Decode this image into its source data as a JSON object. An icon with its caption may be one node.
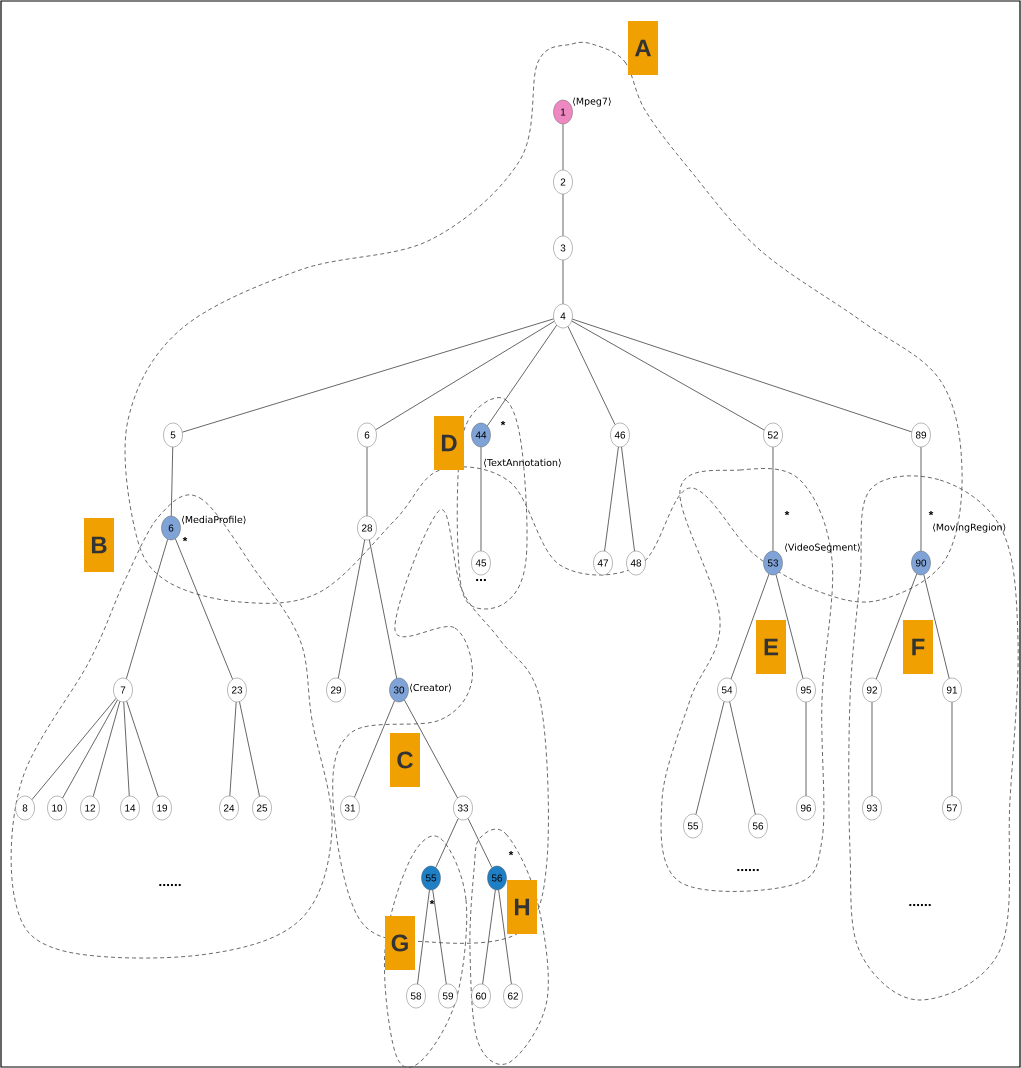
{
  "diagram": {
    "nodes": [
      {
        "text": [
          "A"
        ]
      },
      {
        "text": [
          "1"
        ],
        "beside": [
          "⟨Mpeg7⟩"
        ]
      },
      {
        "text": [
          "2"
        ]
      },
      {
        "text": [
          "3"
        ]
      },
      {
        "text": [
          "4"
        ]
      },
      {
        "text": [
          "5"
        ]
      },
      {
        "text": [
          "6"
        ]
      },
      {
        "text": [
          "D"
        ]
      },
      {
        "text": [
          "44"
        ],
        "beside": [
          "*",
          "⟨TextAnnotation⟩"
        ]
      },
      {
        "text": [
          "46"
        ]
      },
      {
        "text": [
          "52"
        ]
      },
      {
        "text": [
          "89"
        ]
      },
      {
        "text": [
          "B"
        ]
      },
      {
        "text": [
          "6"
        ],
        "beside": [
          "⟨MediaProfile⟩",
          "*"
        ]
      },
      {
        "text": [
          "28"
        ]
      },
      {
        "text": [
          "45"
        ]
      },
      {
        "text": [
          "47"
        ]
      },
      {
        "text": [
          "48"
        ]
      },
      {
        "text": [
          "53"
        ],
        "beside": [
          "*",
          "⟨VideoSegment⟩"
        ]
      },
      {
        "text": [
          "90"
        ],
        "beside": [
          "*",
          "⟨MovingRegion⟩"
        ]
      },
      {
        "text": [
          "E"
        ]
      },
      {
        "text": [
          "F"
        ]
      },
      {
        "text": [
          "7"
        ]
      },
      {
        "text": [
          "23"
        ]
      },
      {
        "text": [
          "29"
        ]
      },
      {
        "text": [
          "30"
        ],
        "beside": [
          "⟨Creator⟩"
        ]
      },
      {
        "text": [
          "54"
        ]
      },
      {
        "text": [
          "95"
        ]
      },
      {
        "text": [
          "92"
        ]
      },
      {
        "text": [
          "91"
        ]
      },
      {
        "text": [
          "C"
        ]
      },
      {
        "text": [
          "8"
        ]
      },
      {
        "text": [
          "10"
        ]
      },
      {
        "text": [
          "12"
        ]
      },
      {
        "text": [
          "14"
        ]
      },
      {
        "text": [
          "19"
        ]
      },
      {
        "text": [
          "24"
        ]
      },
      {
        "text": [
          "25"
        ]
      },
      {
        "text": [
          "31"
        ]
      },
      {
        "text": [
          "33"
        ]
      },
      {
        "text": [
          "96"
        ]
      },
      {
        "text": [
          "93"
        ]
      },
      {
        "text": [
          "57"
        ]
      },
      {
        "text": [
          "55"
        ]
      },
      {
        "text": [
          "56"
        ]
      },
      {
        "text": [
          "55"
        ],
        "beside": [
          "*"
        ]
      },
      {
        "text": [
          "56"
        ],
        "beside": [
          "*"
        ]
      },
      {
        "text": [
          "H"
        ]
      },
      {
        "text": [
          "G"
        ]
      },
      {
        "text": [
          "58"
        ]
      },
      {
        "text": [
          "59"
        ]
      },
      {
        "text": [
          "60"
        ]
      },
      {
        "text": [
          "62"
        ]
      }
    ],
    "edges": [
      {
        "from": 1,
        "to": 2,
        "arrow": "none"
      },
      {
        "from": 2,
        "to": 3,
        "arrow": "none"
      },
      {
        "from": 3,
        "to": 4,
        "arrow": "none"
      },
      {
        "from": 4,
        "to": 5,
        "arrow": "none"
      },
      {
        "from": 4,
        "to": 6,
        "arrow": "none"
      },
      {
        "from": 4,
        "to": 8,
        "arrow": "none"
      },
      {
        "from": 4,
        "to": 9,
        "arrow": "none"
      },
      {
        "from": 4,
        "to": 10,
        "arrow": "none"
      },
      {
        "from": 4,
        "to": 11,
        "arrow": "none"
      },
      {
        "from": 5,
        "to": 13,
        "arrow": "none"
      },
      {
        "from": 6,
        "to": 14,
        "arrow": "none"
      },
      {
        "from": 8,
        "to": 15,
        "arrow": "none"
      },
      {
        "from": 9,
        "to": 16,
        "arrow": "none"
      },
      {
        "from": 9,
        "to": 17,
        "arrow": "none"
      },
      {
        "from": 10,
        "to": 18,
        "arrow": "none"
      },
      {
        "from": 11,
        "to": 19,
        "arrow": "none"
      },
      {
        "from": 13,
        "to": 22,
        "arrow": "none"
      },
      {
        "from": 13,
        "to": 23,
        "arrow": "none"
      },
      {
        "from": 14,
        "to": 24,
        "arrow": "none"
      },
      {
        "from": 14,
        "to": 25,
        "arrow": "none"
      },
      {
        "from": 18,
        "to": 26,
        "arrow": "none"
      },
      {
        "from": 18,
        "to": 27,
        "arrow": "none"
      },
      {
        "from": 19,
        "to": 28,
        "arrow": "none"
      },
      {
        "from": 19,
        "to": 29,
        "arrow": "none"
      },
      {
        "from": 22,
        "to": 31,
        "arrow": "none"
      },
      {
        "from": 22,
        "to": 32,
        "arrow": "none"
      },
      {
        "from": 22,
        "to": 33,
        "arrow": "none"
      },
      {
        "from": 22,
        "to": 34,
        "arrow": "none"
      },
      {
        "from": 22,
        "to": 35,
        "arrow": "none"
      },
      {
        "from": 23,
        "to": 36,
        "arrow": "none"
      },
      {
        "from": 23,
        "to": 37,
        "arrow": "none"
      },
      {
        "from": 25,
        "to": 38,
        "arrow": "none"
      },
      {
        "from": 25,
        "to": 39,
        "arrow": "none"
      },
      {
        "from": 26,
        "to": 43,
        "arrow": "none"
      },
      {
        "from": 26,
        "to": 44,
        "arrow": "none"
      },
      {
        "from": 27,
        "to": 40,
        "arrow": "none"
      },
      {
        "from": 28,
        "to": 41,
        "arrow": "none"
      },
      {
        "from": 29,
        "to": 42,
        "arrow": "none"
      },
      {
        "from": 39,
        "to": 45,
        "arrow": "none"
      },
      {
        "from": 39,
        "to": 46,
        "arrow": "none"
      },
      {
        "from": 45,
        "to": 49,
        "arrow": "none"
      },
      {
        "from": 45,
        "to": 50,
        "arrow": "none"
      },
      {
        "from": 46,
        "to": 51,
        "arrow": "none"
      },
      {
        "from": 46,
        "to": 52,
        "arrow": "none"
      }
    ],
    "labels": [
      "...",
      "......",
      "......",
      "......"
    ]
  }
}
